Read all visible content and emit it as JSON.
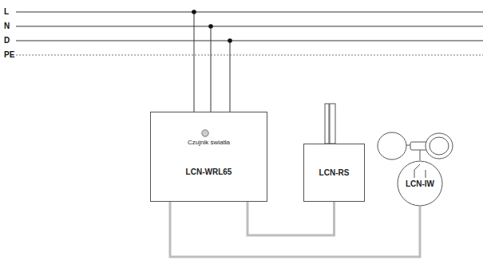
{
  "diagram": {
    "nodes": [
      {
        "text": [
          "Czujnik światła",
          "LCN-WRL65"
        ]
      },
      {
        "text": [
          "LCN-RS"
        ]
      },
      {
        "text": [
          "LCN-IW"
        ]
      }
    ],
    "edges": [
      {
        "from": 0,
        "to": 1,
        "arrow": "none"
      },
      {
        "from": 0,
        "to": 2,
        "arrow": "none"
      }
    ],
    "labels": [
      "L",
      "N",
      "D",
      "PE"
    ]
  }
}
